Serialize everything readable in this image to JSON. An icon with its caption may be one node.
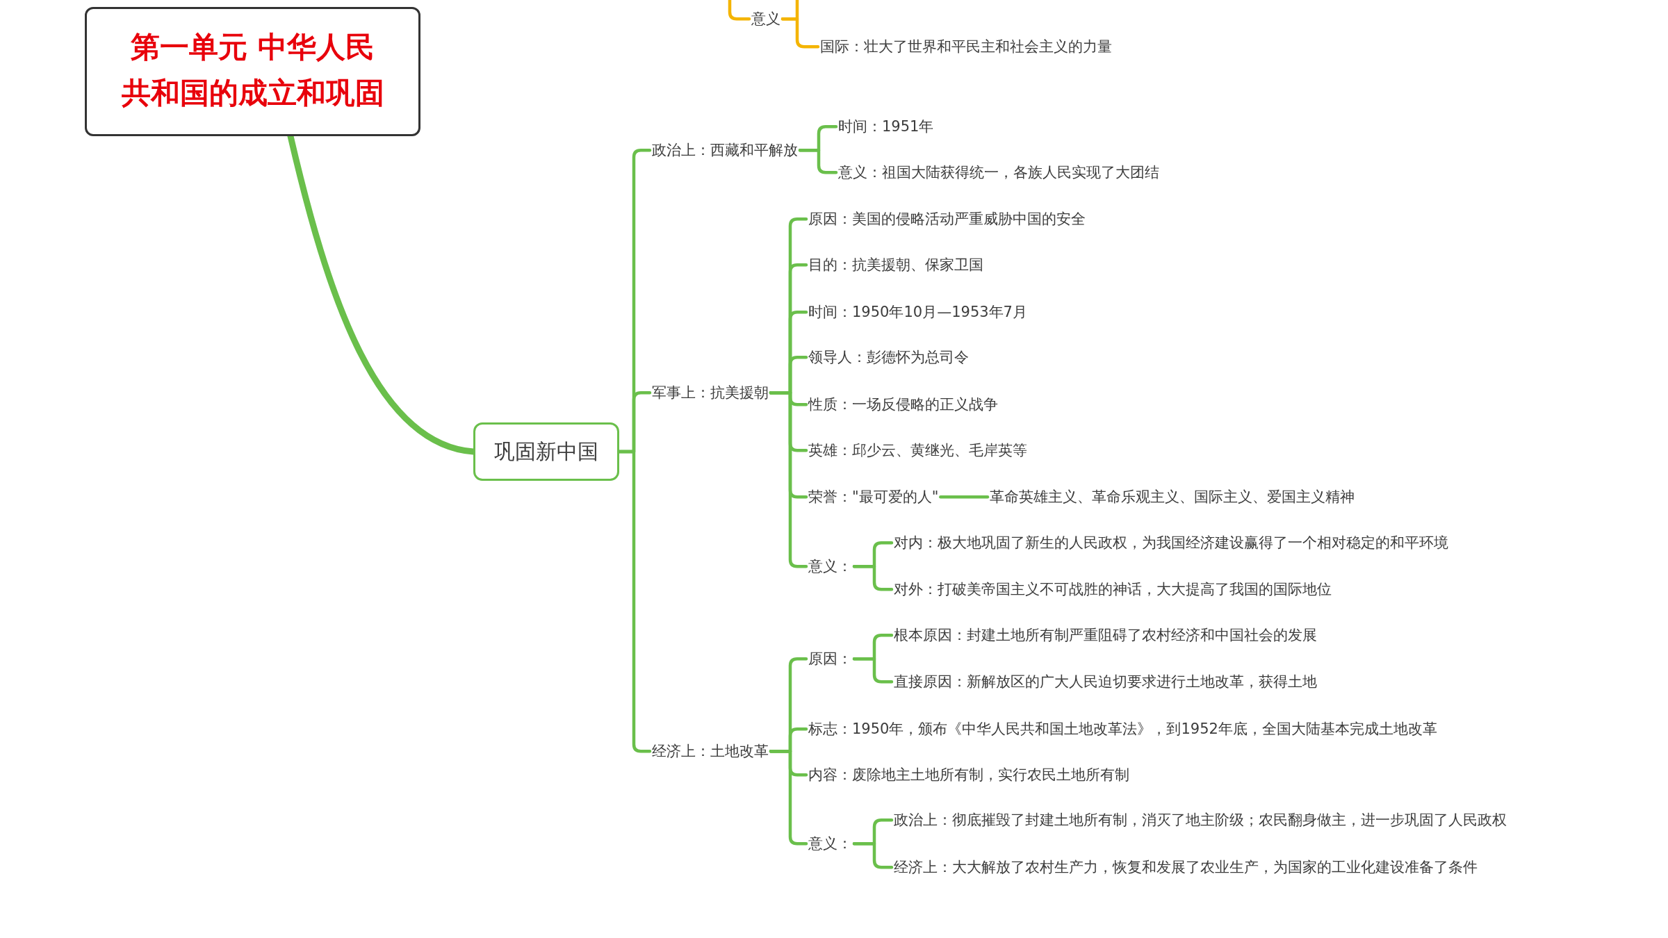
{
  "diagram": {
    "nodes": [
      {
        "text": [
          "第一单元 中华人民共和国的成立和巩固"
        ]
      },
      {
        "text": [
          "意义"
        ]
      },
      {
        "text": [
          "国际：壮大了世界和平民主和社会主义的力量"
        ]
      },
      {
        "text": [
          "巩固新中国"
        ]
      },
      {
        "text": [
          "政治上：西藏和平解放"
        ]
      },
      {
        "text": [
          "时间：1951年"
        ]
      },
      {
        "text": [
          "意义：祖国大陆获得统一，各族人民实现了大团结"
        ]
      },
      {
        "text": [
          "军事上：抗美援朝"
        ]
      },
      {
        "text": [
          "原因：美国的侵略活动严重威胁中国的安全"
        ]
      },
      {
        "text": [
          "目的：抗美援朝、保家卫国"
        ]
      },
      {
        "text": [
          "时间：1950年10月—1953年7月"
        ]
      },
      {
        "text": [
          "领导人：彭德怀为总司令"
        ]
      },
      {
        "text": [
          "性质：一场反侵略的正义战争"
        ]
      },
      {
        "text": [
          "英雄：邱少云、黄继光、毛岸英等"
        ]
      },
      {
        "text": [
          "荣誉：\"最可爱的人\""
        ]
      },
      {
        "text": [
          "革命英雄主义、革命乐观主义、国际主义、爱国主义精神"
        ]
      },
      {
        "text": [
          "意义："
        ]
      },
      {
        "text": [
          "对内：极大地巩固了新生的人民政权，为我国经济建设赢得了一个相对稳定的和平环境"
        ]
      },
      {
        "text": [
          "对外：打破美帝国主义不可战胜的神话，大大提高了我国的国际地位"
        ]
      },
      {
        "text": [
          "经济上：土地改革"
        ]
      },
      {
        "text": [
          "原因："
        ]
      },
      {
        "text": [
          "根本原因：封建土地所有制严重阻碍了农村经济和中国社会的发展"
        ]
      },
      {
        "text": [
          "直接原因：新解放区的广大人民迫切要求进行土地改革，获得土地"
        ]
      },
      {
        "text": [
          "标志：1950年，颁布《中华人民共和国土地改革法》，到1952年底，全国大陆基本完成土地改革"
        ]
      },
      {
        "text": [
          "内容：废除地主土地所有制，实行农民土地所有制"
        ]
      },
      {
        "text": [
          "意义："
        ]
      },
      {
        "text": [
          "政治上：彻底摧毁了封建土地所有制，消灭了地主阶级；农民翻身做主，进一步巩固了人民政权"
        ]
      },
      {
        "text": [
          "经济上：大大解放了农村生产力，恢复和发展了农业生产，为国家的工业化建设准备了条件"
        ]
      }
    ],
    "edges": [
      {
        "from": null,
        "to": 1,
        "arrow": "none",
        "color": "#f4b400"
      },
      {
        "from": 1,
        "to": null,
        "arrow": "none",
        "color": "#f4b400"
      },
      {
        "from": 1,
        "to": 2,
        "arrow": "none",
        "color": "#f4b400"
      },
      {
        "from": 0,
        "to": 3,
        "arrow": "none",
        "style": "thick"
      },
      {
        "from": 3,
        "to": 4,
        "arrow": "none"
      },
      {
        "from": 3,
        "to": 7,
        "arrow": "none"
      },
      {
        "from": 3,
        "to": 19,
        "arrow": "none"
      },
      {
        "from": 4,
        "to": 5,
        "arrow": "none"
      },
      {
        "from": 4,
        "to": 6,
        "arrow": "none"
      },
      {
        "from": 7,
        "to": 8,
        "arrow": "none"
      },
      {
        "from": 7,
        "to": 9,
        "arrow": "none"
      },
      {
        "from": 7,
        "to": 10,
        "arrow": "none"
      },
      {
        "from": 7,
        "to": 11,
        "arrow": "none"
      },
      {
        "from": 7,
        "to": 12,
        "arrow": "none"
      },
      {
        "from": 7,
        "to": 13,
        "arrow": "none"
      },
      {
        "from": 7,
        "to": 14,
        "arrow": "none"
      },
      {
        "from": 7,
        "to": 16,
        "arrow": "none"
      },
      {
        "from": 14,
        "to": 15,
        "arrow": "none"
      },
      {
        "from": 16,
        "to": 17,
        "arrow": "none"
      },
      {
        "from": 16,
        "to": 18,
        "arrow": "none"
      },
      {
        "from": 19,
        "to": 20,
        "arrow": "none"
      },
      {
        "from": 19,
        "to": 23,
        "arrow": "none"
      },
      {
        "from": 19,
        "to": 24,
        "arrow": "none"
      },
      {
        "from": 19,
        "to": 25,
        "arrow": "none"
      },
      {
        "from": 20,
        "to": 21,
        "arrow": "none"
      },
      {
        "from": 20,
        "to": 22,
        "arrow": "none"
      },
      {
        "from": 25,
        "to": 26,
        "arrow": "none"
      },
      {
        "from": 25,
        "to": 27,
        "arrow": "none"
      }
    ]
  }
}
